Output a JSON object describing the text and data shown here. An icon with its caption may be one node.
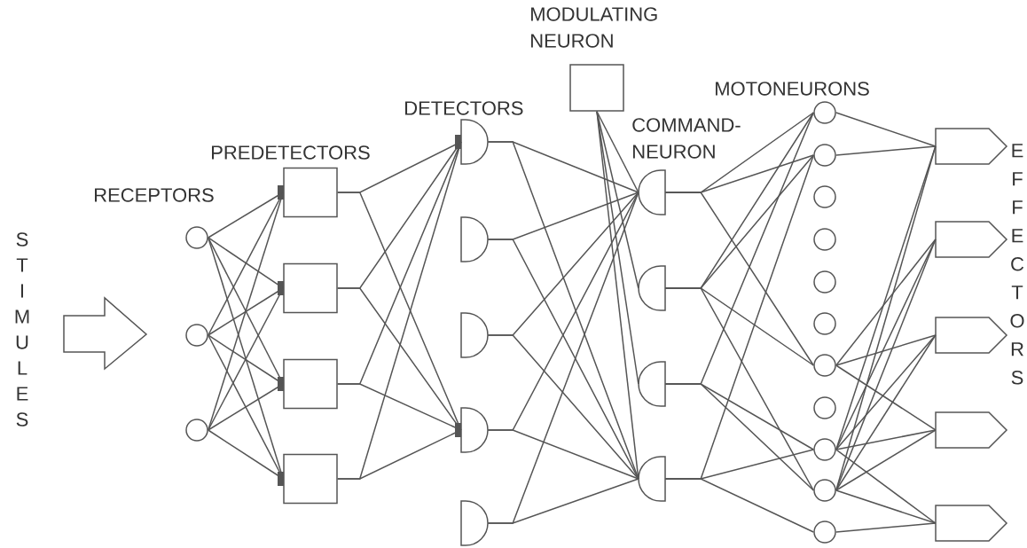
{
  "diagram": {
    "nodes": [
      {
        "text": [],
        "shape": "circle"
      },
      {
        "text": [],
        "shape": "circle"
      },
      {
        "text": [],
        "shape": "circle"
      },
      {
        "text": [],
        "shape": "box"
      },
      {
        "text": [],
        "shape": "box"
      },
      {
        "text": [],
        "shape": "box"
      },
      {
        "text": [],
        "shape": "box"
      },
      {
        "text": [],
        "shape": "semicircle"
      },
      {
        "text": [],
        "shape": "semicircle"
      },
      {
        "text": [],
        "shape": "semicircle"
      },
      {
        "text": [],
        "shape": "semicircle"
      },
      {
        "text": [],
        "shape": "semicircle"
      },
      {
        "text": [],
        "shape": "box"
      },
      {
        "text": [],
        "shape": "semicircle"
      },
      {
        "text": [],
        "shape": "semicircle"
      },
      {
        "text": [],
        "shape": "semicircle"
      },
      {
        "text": [],
        "shape": "semicircle"
      },
      {
        "text": [],
        "shape": "circle"
      },
      {
        "text": [],
        "shape": "circle"
      },
      {
        "text": [],
        "shape": "circle"
      },
      {
        "text": [],
        "shape": "circle"
      },
      {
        "text": [],
        "shape": "circle"
      },
      {
        "text": [],
        "shape": "circle"
      },
      {
        "text": [],
        "shape": "circle"
      },
      {
        "text": [],
        "shape": "circle"
      },
      {
        "text": [],
        "shape": "circle"
      },
      {
        "text": [],
        "shape": "circle"
      },
      {
        "text": [],
        "shape": "circle"
      },
      {
        "text": [],
        "shape": "pentagon"
      },
      {
        "text": [],
        "shape": "pentagon"
      },
      {
        "text": [],
        "shape": "pentagon"
      },
      {
        "text": [],
        "shape": "pentagon"
      },
      {
        "text": [],
        "shape": "pentagon"
      }
    ],
    "edges": [
      {
        "from": 0,
        "to": 3,
        "arrow": "none"
      },
      {
        "from": 0,
        "to": 4,
        "arrow": "none"
      },
      {
        "from": 0,
        "to": 5,
        "arrow": "none"
      },
      {
        "from": 0,
        "to": 6,
        "arrow": "none"
      },
      {
        "from": 1,
        "to": 3,
        "arrow": "none"
      },
      {
        "from": 1,
        "to": 4,
        "arrow": "none"
      },
      {
        "from": 1,
        "to": 5,
        "arrow": "none"
      },
      {
        "from": 1,
        "to": 6,
        "arrow": "none"
      },
      {
        "from": 2,
        "to": 3,
        "arrow": "none"
      },
      {
        "from": 2,
        "to": 4,
        "arrow": "none"
      },
      {
        "from": 2,
        "to": 5,
        "arrow": "none"
      },
      {
        "from": 2,
        "to": 6,
        "arrow": "none"
      },
      {
        "from": 3,
        "to": 7,
        "arrow": "none"
      },
      {
        "from": 3,
        "to": 10,
        "arrow": "none"
      },
      {
        "from": 4,
        "to": 7,
        "arrow": "none"
      },
      {
        "from": 4,
        "to": 10,
        "arrow": "none"
      },
      {
        "from": 5,
        "to": 7,
        "arrow": "none"
      },
      {
        "from": 5,
        "to": 10,
        "arrow": "none"
      },
      {
        "from": 6,
        "to": 7,
        "arrow": "none"
      },
      {
        "from": 6,
        "to": 10,
        "arrow": "none"
      },
      {
        "from": 7,
        "to": 13,
        "arrow": "none"
      },
      {
        "from": 7,
        "to": 16,
        "arrow": "none"
      },
      {
        "from": 8,
        "to": 13,
        "arrow": "none"
      },
      {
        "from": 8,
        "to": 16,
        "arrow": "none"
      },
      {
        "from": 9,
        "to": 13,
        "arrow": "none"
      },
      {
        "from": 9,
        "to": 16,
        "arrow": "none"
      },
      {
        "from": 10,
        "to": 13,
        "arrow": "none"
      },
      {
        "from": 10,
        "to": 16,
        "arrow": "none"
      },
      {
        "from": 11,
        "to": 13,
        "arrow": "none"
      },
      {
        "from": 11,
        "to": 16,
        "arrow": "none"
      },
      {
        "from": 12,
        "to": 13,
        "arrow": "none"
      },
      {
        "from": 12,
        "to": 14,
        "arrow": "none"
      },
      {
        "from": 12,
        "to": 15,
        "arrow": "none"
      },
      {
        "from": 12,
        "to": 16,
        "arrow": "none"
      },
      {
        "from": 13,
        "to": 17,
        "arrow": "none"
      },
      {
        "from": 13,
        "to": 18,
        "arrow": "none"
      },
      {
        "from": 13,
        "to": 23,
        "arrow": "none"
      },
      {
        "from": 14,
        "to": 17,
        "arrow": "none"
      },
      {
        "from": 14,
        "to": 18,
        "arrow": "none"
      },
      {
        "from": 14,
        "to": 23,
        "arrow": "none"
      },
      {
        "from": 14,
        "to": 26,
        "arrow": "none"
      },
      {
        "from": 15,
        "to": 17,
        "arrow": "none"
      },
      {
        "from": 15,
        "to": 25,
        "arrow": "none"
      },
      {
        "from": 15,
        "to": 26,
        "arrow": "none"
      },
      {
        "from": 16,
        "to": 18,
        "arrow": "none"
      },
      {
        "from": 16,
        "to": 25,
        "arrow": "none"
      },
      {
        "from": 16,
        "to": 27,
        "arrow": "none"
      },
      {
        "from": 17,
        "to": 28,
        "arrow": "none"
      },
      {
        "from": 18,
        "to": 28,
        "arrow": "none"
      },
      {
        "from": 23,
        "to": 29,
        "arrow": "none"
      },
      {
        "from": 23,
        "to": 30,
        "arrow": "none"
      },
      {
        "from": 23,
        "to": 31,
        "arrow": "none"
      },
      {
        "from": 25,
        "to": 28,
        "arrow": "none"
      },
      {
        "from": 25,
        "to": 29,
        "arrow": "none"
      },
      {
        "from": 25,
        "to": 30,
        "arrow": "none"
      },
      {
        "from": 25,
        "to": 31,
        "arrow": "none"
      },
      {
        "from": 25,
        "to": 32,
        "arrow": "none"
      },
      {
        "from": 26,
        "to": 28,
        "arrow": "none"
      },
      {
        "from": 26,
        "to": 29,
        "arrow": "none"
      },
      {
        "from": 26,
        "to": 30,
        "arrow": "none"
      },
      {
        "from": 26,
        "to": 31,
        "arrow": "none"
      },
      {
        "from": 26,
        "to": 32,
        "arrow": "none"
      },
      {
        "from": 27,
        "to": 32,
        "arrow": "none"
      }
    ],
    "labels": [
      "STIMULES",
      "RECEPTORS",
      "PREDETECTORS",
      "DETECTORS",
      "MODULATING NEURON",
      "COMMAND- NEURON",
      "MOTONEURONS",
      "EFFECTORS"
    ]
  }
}
